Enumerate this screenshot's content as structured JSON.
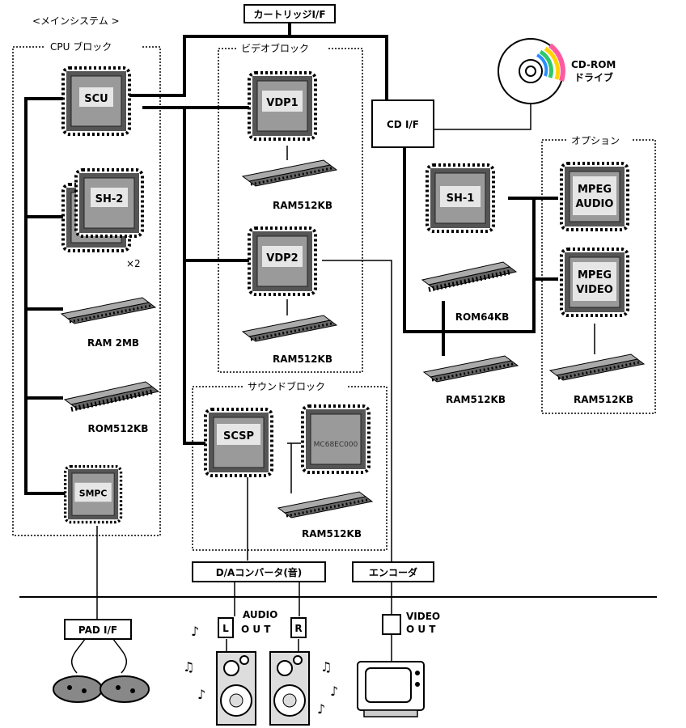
{
  "main_system": {
    "title": "<メインシステム >"
  },
  "cartridge_if": {
    "label": "カートリッジI/F"
  },
  "cpu_block": {
    "title": "CPU ブロック",
    "scu": "SCU",
    "sh2": "SH-2",
    "x2": "×2",
    "ram": "RAM 2MB",
    "rom": "ROM512KB",
    "smpc": "SMPC"
  },
  "video_block": {
    "title": "ビデオブロック",
    "vdp1": "VDP1",
    "vdp1_ram": "RAM512KB",
    "vdp2": "VDP2",
    "vdp2_ram": "RAM512KB"
  },
  "sound_block": {
    "title": "サウンドブロック",
    "scsp": "SCSP",
    "cpu": "MC68EC000",
    "ram": "RAM512KB"
  },
  "cd": {
    "if_label": "CD I/F",
    "drive_line1": "CD-ROM",
    "drive_line2": "ドライブ",
    "sh1": "SH-1",
    "rom": "ROM64KB",
    "ram": "RAM512KB"
  },
  "option_block": {
    "title": "オプション",
    "mpeg_audio_1": "MPEG",
    "mpeg_audio_2": "AUDIO",
    "mpeg_video_1": "MPEG",
    "mpeg_video_2": "VIDEO",
    "ram": "RAM512KB"
  },
  "dac": {
    "label": "D/Aコンバータ(音)"
  },
  "encoder": {
    "label": "エンコーダ"
  },
  "pad_if": {
    "label": "PAD I/F"
  },
  "audio_out": {
    "line1": "AUDIO",
    "line2": "O U T",
    "left": "L",
    "right": "R"
  },
  "video_out": {
    "line1": "VIDEO",
    "line2": "O U T"
  }
}
